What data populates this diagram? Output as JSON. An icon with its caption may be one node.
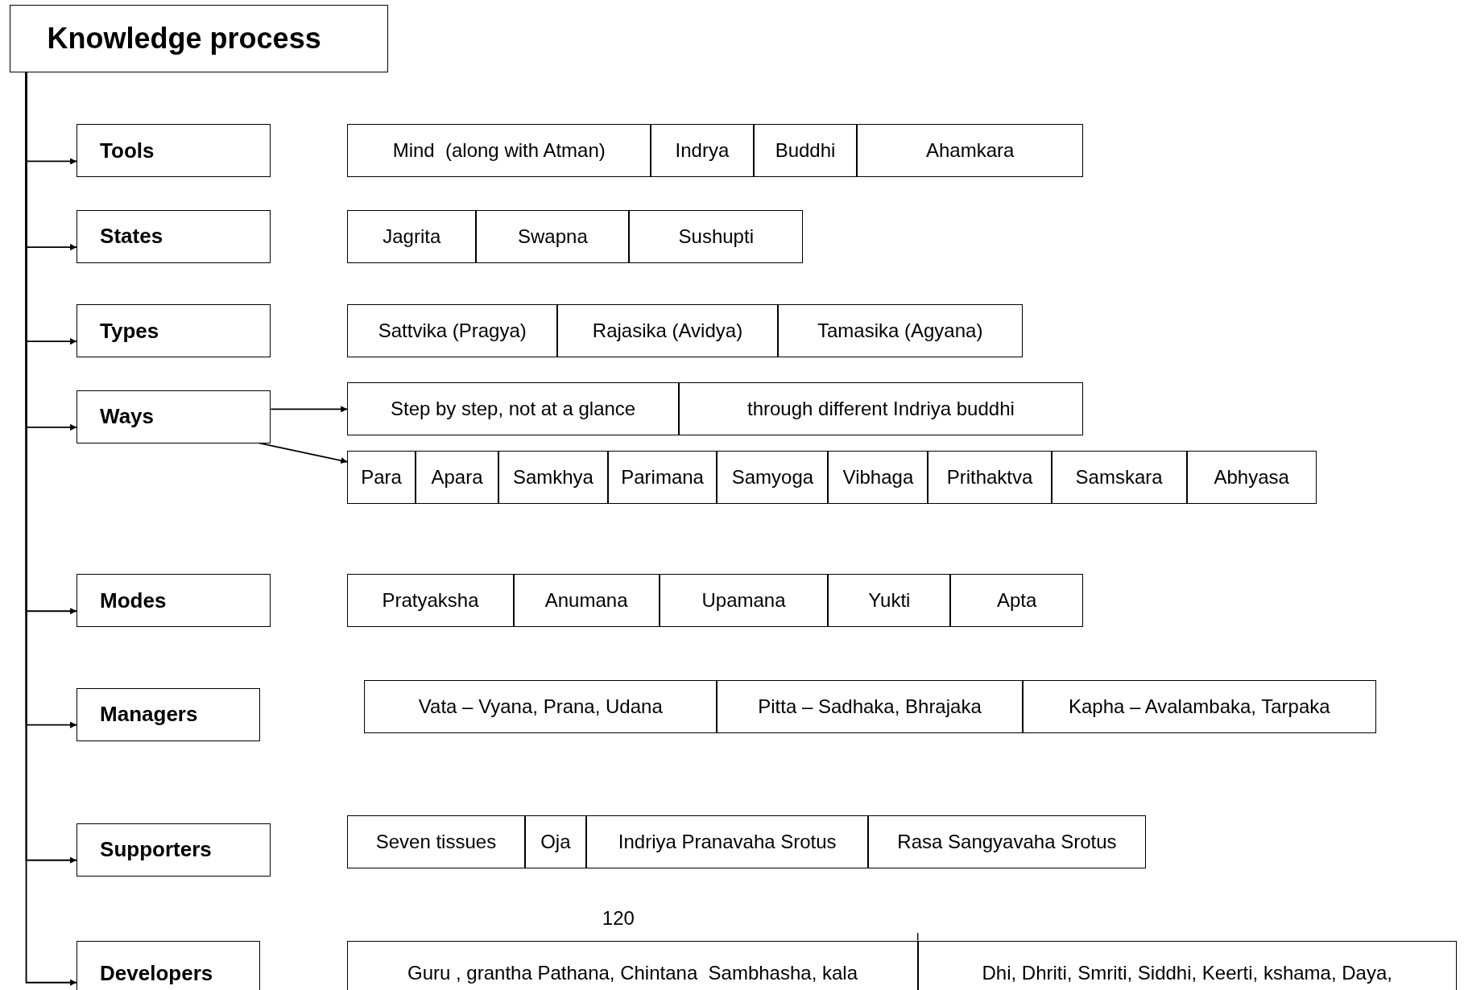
{
  "diagram": {
    "nodes": [
      {
        "text": [
          "Knowledge process"
        ]
      },
      {
        "text": [
          "Tools"
        ]
      },
      {
        "text": [
          "Mind  (along with Atman)"
        ]
      },
      {
        "text": [
          "Indrya"
        ]
      },
      {
        "text": [
          "Buddhi"
        ]
      },
      {
        "text": [
          "Ahamkara"
        ]
      },
      {
        "text": [
          "States"
        ]
      },
      {
        "text": [
          "Jagrita"
        ]
      },
      {
        "text": [
          "Swapna"
        ]
      },
      {
        "text": [
          "Sushupti"
        ]
      },
      {
        "text": [
          "Types"
        ]
      },
      {
        "text": [
          "Sattvika (Pragya)"
        ]
      },
      {
        "text": [
          "Rajasika (Avidya)"
        ]
      },
      {
        "text": [
          "Tamasika (Agyana)"
        ]
      },
      {
        "text": [
          "Ways"
        ]
      },
      {
        "text": [
          "Step by step, not at a glance"
        ]
      },
      {
        "text": [
          "through different Indriya buddhi"
        ]
      },
      {
        "text": [
          "Para"
        ]
      },
      {
        "text": [
          "Apara"
        ]
      },
      {
        "text": [
          "Samkhya"
        ]
      },
      {
        "text": [
          "Parimana"
        ]
      },
      {
        "text": [
          "Samyoga"
        ]
      },
      {
        "text": [
          "Vibhaga"
        ]
      },
      {
        "text": [
          "Prithaktva"
        ]
      },
      {
        "text": [
          "Samskara"
        ]
      },
      {
        "text": [
          "Abhyasa"
        ]
      },
      {
        "text": [
          "Modes"
        ]
      },
      {
        "text": [
          "Pratyaksha"
        ]
      },
      {
        "text": [
          "Anumana"
        ]
      },
      {
        "text": [
          "Upamana"
        ]
      },
      {
        "text": [
          "Yukti"
        ]
      },
      {
        "text": [
          "Apta"
        ]
      },
      {
        "text": [
          "Managers"
        ]
      },
      {
        "text": [
          "Vata – Vyana, Prana, Udana"
        ]
      },
      {
        "text": [
          "Pitta – Sadhaka, Bhrajaka"
        ]
      },
      {
        "text": [
          "Kapha – Avalambaka, Tarpaka"
        ]
      },
      {
        "text": [
          "Supporters"
        ]
      },
      {
        "text": [
          "Seven tissues"
        ]
      },
      {
        "text": [
          "Oja"
        ]
      },
      {
        "text": [
          "Indriya Pranavaha Srotus"
        ]
      },
      {
        "text": [
          "Rasa Sangyavaha Srotus"
        ]
      },
      {
        "text": [
          "Developers"
        ]
      },
      {
        "text": [
          "Guru , grantha Pathana, Chintana  Sambhasha, kala"
        ]
      },
      {
        "text": [
          "Dhi, Dhriti, Smriti, Siddhi, Keerti, kshama, Daya,"
        ]
      }
    ],
    "edges": [
      {
        "from": 0,
        "to": 1,
        "arrow": "to"
      },
      {
        "from": 0,
        "to": 6,
        "arrow": "to"
      },
      {
        "from": 0,
        "to": 10,
        "arrow": "to"
      },
      {
        "from": 0,
        "to": 14,
        "arrow": "to"
      },
      {
        "from": 0,
        "to": 26,
        "arrow": "to"
      },
      {
        "from": 0,
        "to": 32,
        "arrow": "to"
      },
      {
        "from": 0,
        "to": 36,
        "arrow": "to"
      },
      {
        "from": 0,
        "to": 41,
        "arrow": "to"
      },
      {
        "from": 14,
        "to": 15,
        "arrow": "to"
      },
      {
        "from": 14,
        "to": 17,
        "arrow": "to"
      }
    ],
    "labels": [
      "120"
    ]
  }
}
